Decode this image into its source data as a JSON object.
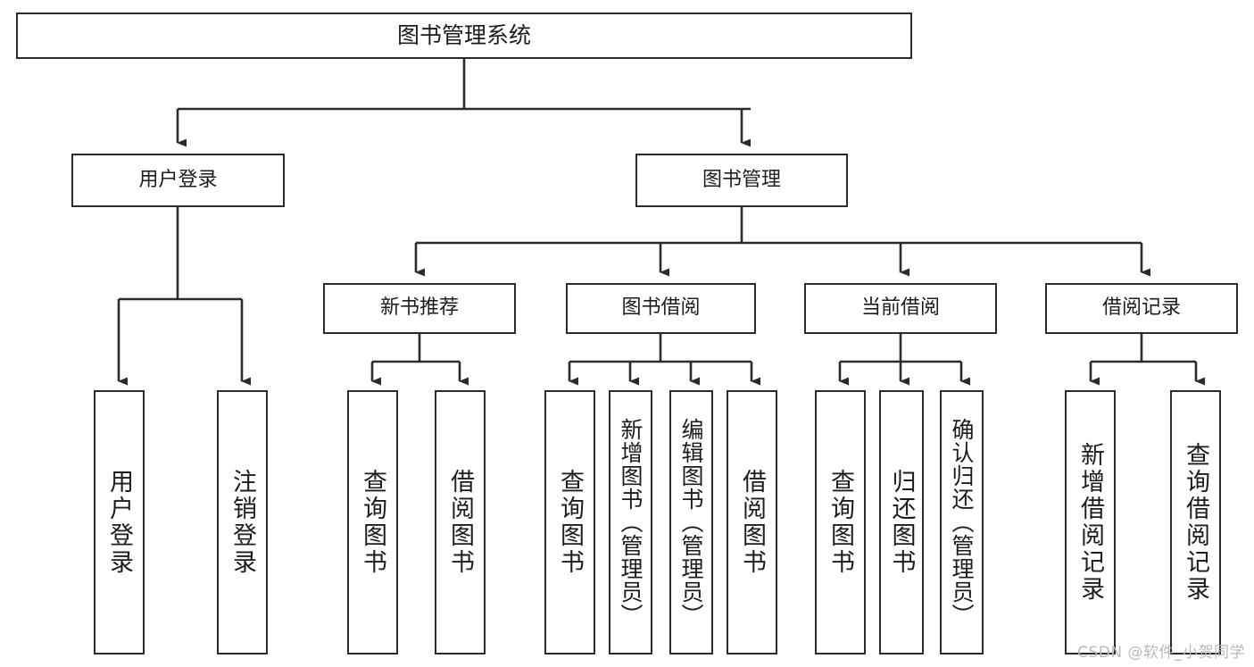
{
  "diagram": {
    "title": "图书管理系统",
    "type": "tree",
    "watermark": "CSDN @软件_小贺同学",
    "colors": {
      "border": "#2b2b2b",
      "fill": "#ffffff",
      "connector": "#2b2b2b",
      "text": "#1c1c1c",
      "watermark": "#b9b9b9"
    },
    "root": {
      "label": "图书管理系统"
    },
    "level1": [
      {
        "label": "用户登录"
      },
      {
        "label": "图书管理"
      }
    ],
    "level2": [
      {
        "label": "新书推荐"
      },
      {
        "label": "图书借阅"
      },
      {
        "label": "当前借阅"
      },
      {
        "label": "借阅记录"
      }
    ],
    "leaves": {
      "user_login": [
        {
          "label": "用户登录"
        },
        {
          "label": "注销登录"
        }
      ],
      "new_book_recommend": [
        {
          "label": "查询图书"
        },
        {
          "label": "借阅图书"
        }
      ],
      "book_borrow": [
        {
          "label": "查询图书"
        },
        {
          "label": "新增图书（管理员）"
        },
        {
          "label": "编辑图书（管理员）"
        },
        {
          "label": "借阅图书"
        }
      ],
      "current_borrow": [
        {
          "label": "查询图书"
        },
        {
          "label": "归还图书"
        },
        {
          "label": "确认归还（管理员）"
        }
      ],
      "borrow_record": [
        {
          "label": "新增借阅记录"
        },
        {
          "label": "查询借阅记录"
        }
      ]
    }
  }
}
